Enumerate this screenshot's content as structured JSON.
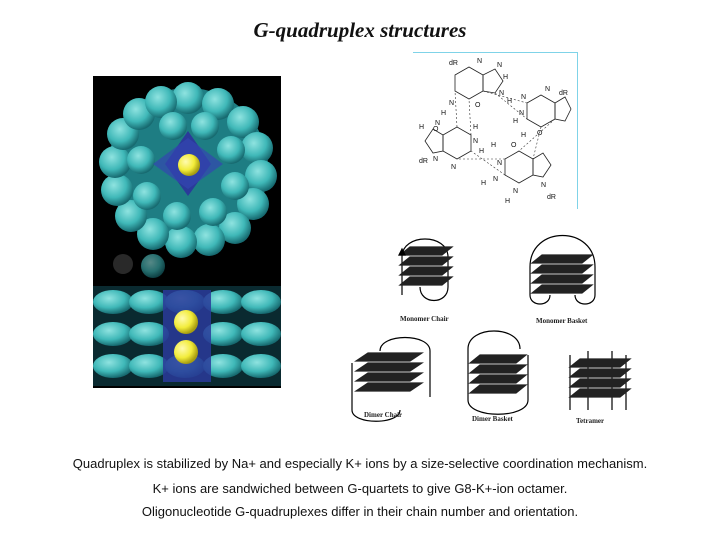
{
  "title": "G-quadruplex structures",
  "chem": {
    "atoms": [
      "dR",
      "N",
      "N",
      "H",
      "N",
      "H",
      "N",
      "H",
      "O",
      "dR",
      "N",
      "N",
      "N",
      "H",
      "H",
      "O",
      "O",
      "H",
      "N",
      "H",
      "N",
      "H",
      "H",
      "N",
      "dR",
      "N",
      "N",
      "O",
      "N",
      "H",
      "N",
      "H",
      "N",
      "dR"
    ]
  },
  "topologies": [
    {
      "label": "Monomer Chair"
    },
    {
      "label": "Monomer Basket"
    },
    {
      "label": "Dimer Chair"
    },
    {
      "label": "Dimer Basket"
    },
    {
      "label": "Tetramer"
    }
  ],
  "caption": {
    "line1": "Quadruplex is stabilized by Na+ and especially K+ ions by a size-selective coordination mechanism.",
    "line2": "K+ ions are sandwiched between G-quartets to give G8-K+-ion octamer.",
    "line3": "Oligonucleotide G-quadruplexes differ in their chain number and orientation."
  },
  "colors": {
    "molecule_teal": "#3fb8b8",
    "molecule_blue": "#2a3a9a",
    "ion_yellow": "#f2ec3a",
    "background_black": "#000000",
    "chem_border": "#7fd3e8"
  }
}
